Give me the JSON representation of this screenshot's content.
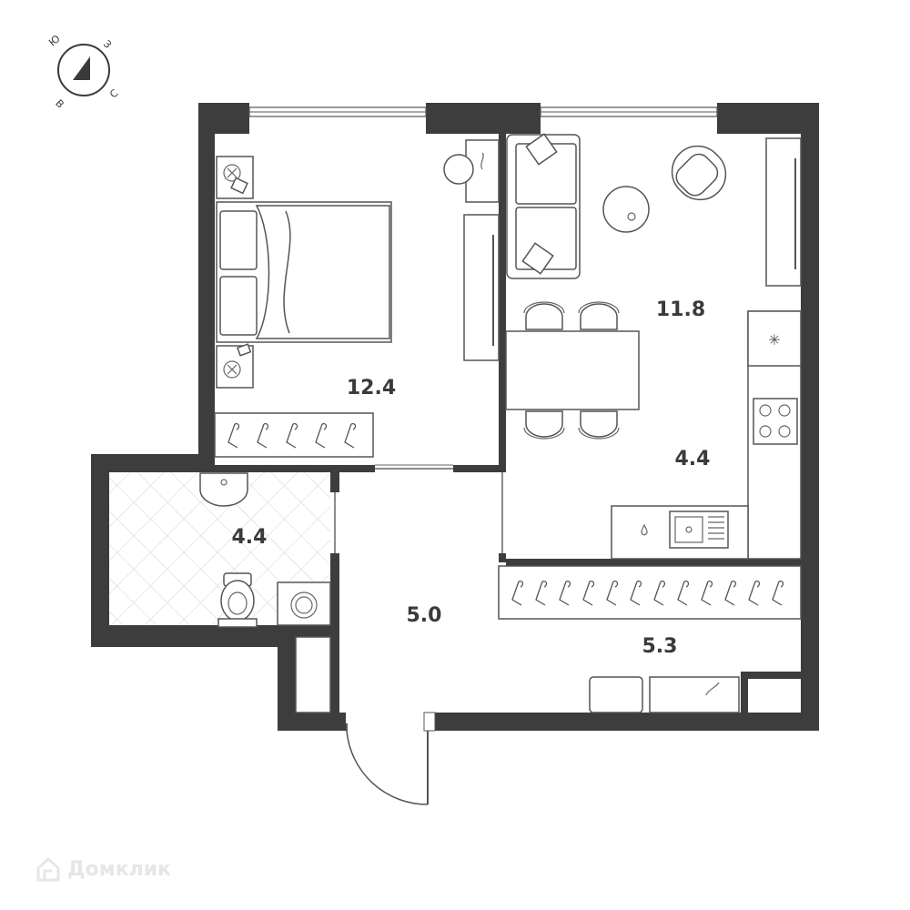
{
  "compass": {
    "north": "С",
    "south": "Ю",
    "west": "З",
    "east": "В"
  },
  "rooms": [
    {
      "id": "bedroom",
      "area": "12.4"
    },
    {
      "id": "living",
      "area": "11.8"
    },
    {
      "id": "kitchen",
      "area": "4.4"
    },
    {
      "id": "bathroom",
      "area": "4.4"
    },
    {
      "id": "hall",
      "area": "5.0"
    },
    {
      "id": "corridor",
      "area": "5.3"
    }
  ],
  "watermark": {
    "text": "Домклик"
  },
  "colors": {
    "wall": "#3d3d3d",
    "tile": "#dddddd",
    "line": "#555555"
  }
}
